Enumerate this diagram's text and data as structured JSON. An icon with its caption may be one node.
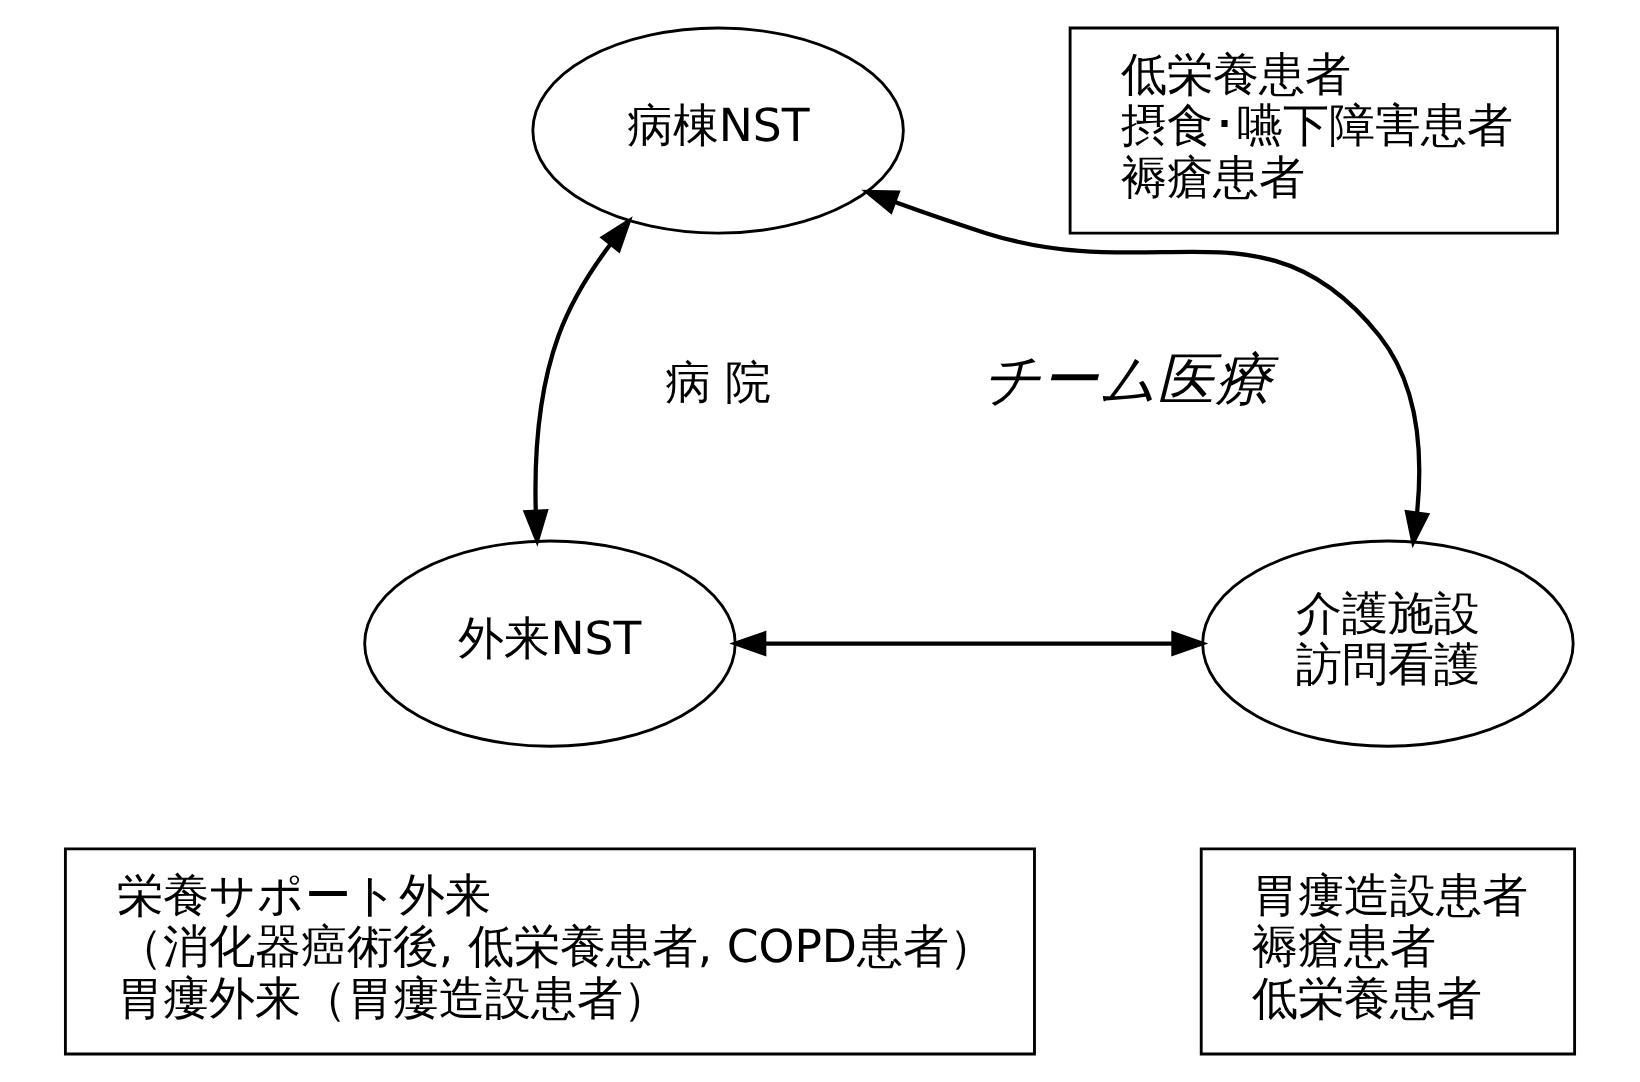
{
  "diagram": {
    "nodes": [
      {
        "text": [
          "病棟NST"
        ]
      },
      {
        "text": [
          "外来NST"
        ]
      },
      {
        "text": [
          "介護施設",
          "訪問看護"
        ]
      },
      {
        "text": [
          "低栄養患者",
          "摂食･嚥下障害患者",
          "褥瘡患者"
        ]
      },
      {
        "text": [
          "栄養サポート外来",
          "（消化器癌術後, 低栄養患者, COPD患者）",
          "胃瘻外来（胃瘻造設患者）"
        ]
      },
      {
        "text": [
          "胃瘻造設患者",
          "褥瘡患者",
          "低栄養患者"
        ]
      }
    ],
    "edges": [
      {
        "from": 0,
        "to": 1,
        "arrow": "both"
      },
      {
        "from": 0,
        "to": 2,
        "arrow": "both"
      },
      {
        "from": 1,
        "to": 2,
        "arrow": "both"
      }
    ],
    "labels": [
      "病 院",
      "チーム医療"
    ]
  }
}
